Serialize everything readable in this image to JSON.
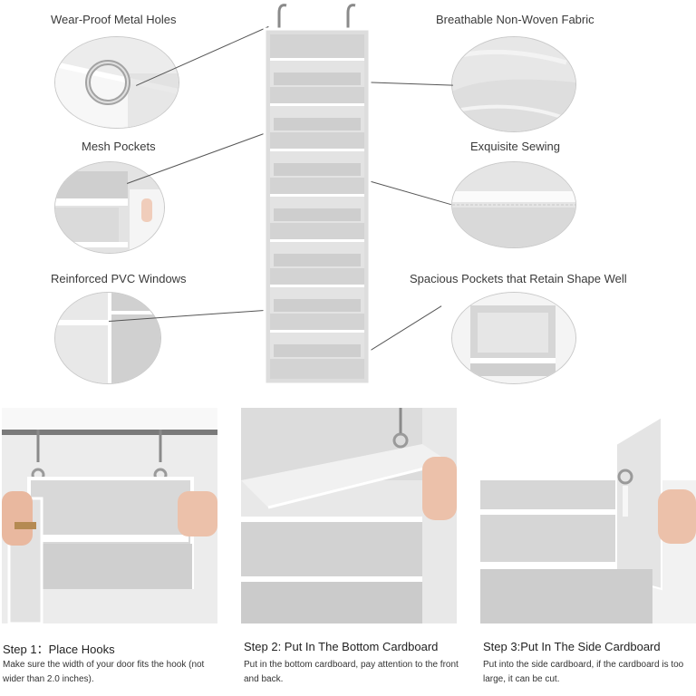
{
  "features": {
    "wear_proof_label": "Wear-Proof Metal Holes",
    "mesh_label": "Mesh Pockets",
    "pvc_label": "Reinforced PVC Windows",
    "non_woven_label": "Breathable Non-Woven Fabric",
    "sewing_label": "Exquisite Sewing",
    "spacious_label": "Spacious Pockets that Retain Shape Well"
  },
  "steps": [
    {
      "title": "Step 1：Place Hooks",
      "desc": "Make sure the width of your door fits the hook (not wider than 2.0 inches)."
    },
    {
      "title": "Step 2: Put In The Bottom Cardboard",
      "desc": "Put in the bottom cardboard, pay attention to the front and back."
    },
    {
      "title": "Step 3:Put In The Side Cardboard",
      "desc": "Put into the side cardboard, if the cardboard is too large, it can be cut."
    }
  ],
  "colors": {
    "fabric": "#d9d9d9",
    "trim": "#ffffff",
    "text": "#333333"
  }
}
